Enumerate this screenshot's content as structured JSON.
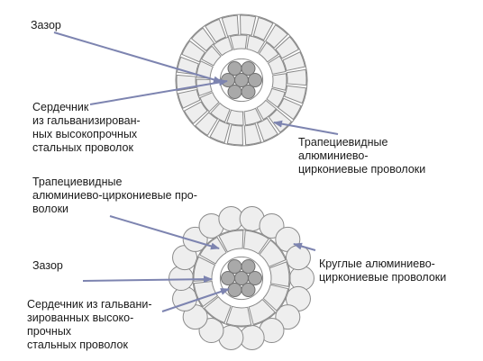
{
  "colors": {
    "arrow": "#7d84b0",
    "outline": "#8a8a8a",
    "segment_fill": "#eeeeee",
    "steel_fill": "#a9a9a9",
    "core_fill": "#ffffff"
  },
  "top_cable": {
    "labels": {
      "gap": "Зазор",
      "core": "Сердечник\nиз гальванизирован-\nных высокопрочных\nстальных проволок",
      "trapezoid": "Трапециевидные\nалюминиево-\nциркониевые проволоки"
    }
  },
  "bottom_cable": {
    "labels": {
      "trapezoid": "Трапециевидные\nалюминиево-циркониевые про-\nволоки",
      "gap": "Зазор",
      "round": "Круглые алюминиево-\nциркониевые проволоки",
      "core": "Сердечник из гальвани-\nзированных высоко-\nпрочных\nстальных проволок"
    }
  }
}
